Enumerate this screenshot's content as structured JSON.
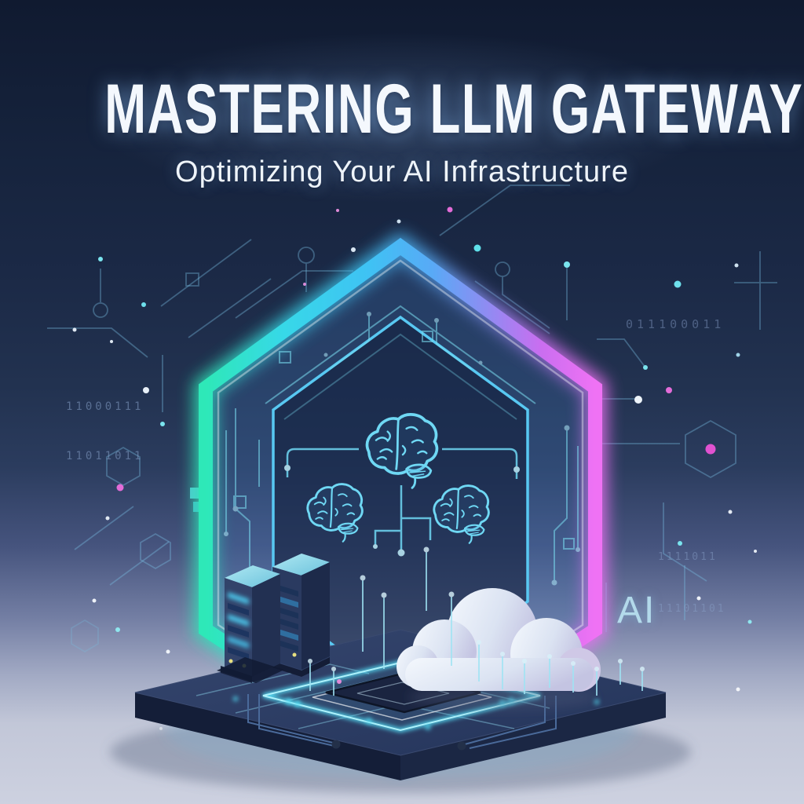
{
  "poster": {
    "title": "MASTERING LLM GATEWAY",
    "subtitle": "Optimizing Your AI Infrastructure",
    "ai_label": "AI",
    "binary_left": {
      "line1": "11000111",
      "line2": "11011011"
    },
    "binary_top_right": "011100011",
    "binary_right": {
      "line1": "1111011",
      "line2": "11101101"
    }
  },
  "colors": {
    "background_top": "#101A30",
    "background_bottom": "#CDD1E0",
    "hexagon_teal": "#2EE8B8",
    "hexagon_cyan": "#3FC2F4",
    "hexagon_blue": "#58AAF6",
    "hexagon_magenta": "#EF72F4",
    "circuit_cyan": "#7ADCF0",
    "brain_outline": "#6FD8F4",
    "platform_glow": "#55E0F8",
    "platform_top": "#2B3B5E",
    "server_body": "#2A3A60",
    "server_slat_bright": "#4CC4E8",
    "cloud_light": "#F2F6FC",
    "cloud_shade": "#C8CFE8",
    "dot_pink": "#E36CD8",
    "text_white": "#FFFFFF"
  },
  "icons": [
    {
      "name": "hexagon-gateway-frame",
      "count": 1
    },
    {
      "name": "brain-icon",
      "count": 3
    },
    {
      "name": "server-rack-icon",
      "count": 2
    },
    {
      "name": "cloud-icon",
      "count": 1
    },
    {
      "name": "circuit-trace-pattern",
      "count": 1
    },
    {
      "name": "binary-code-text",
      "count": 3
    }
  ]
}
